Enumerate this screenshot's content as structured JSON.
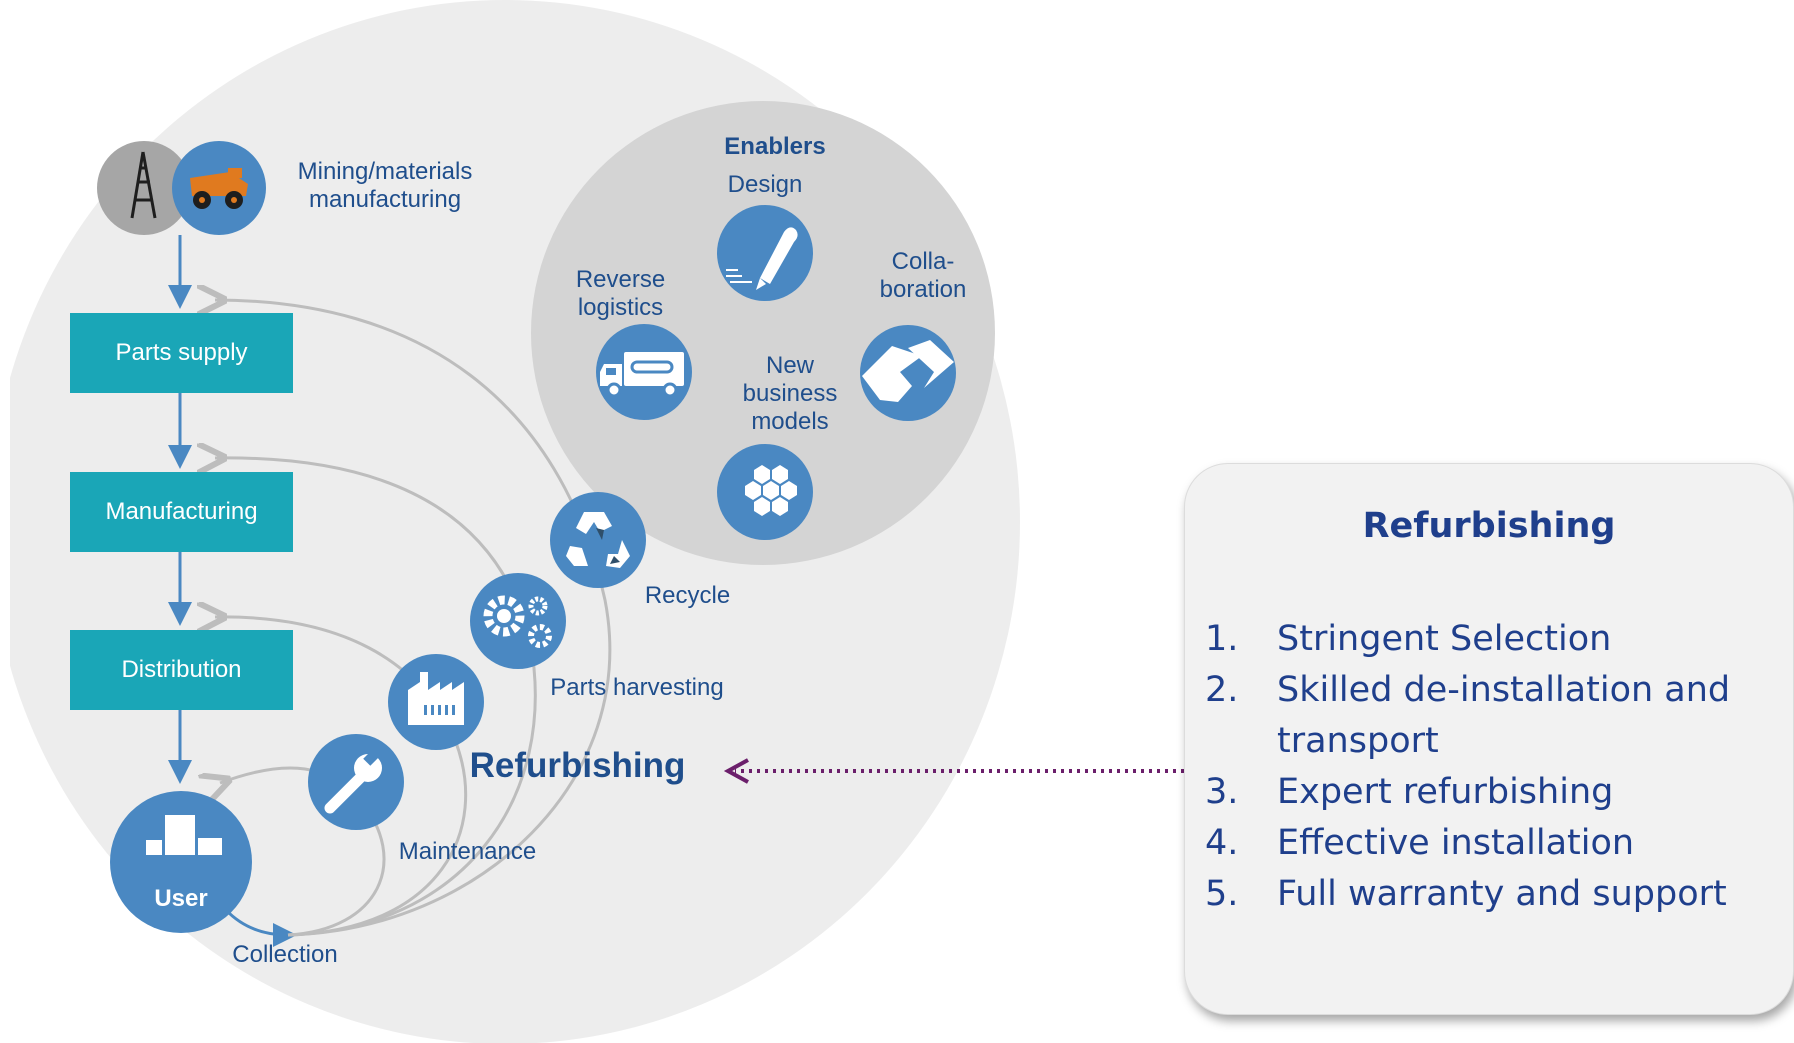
{
  "source": {
    "mining_label": "Mining/materials\nmanufacturing"
  },
  "chain": {
    "parts_supply": "Parts supply",
    "manufacturing": "Manufacturing",
    "distribution": "Distribution",
    "user": "User",
    "collection": "Collection"
  },
  "loops": {
    "recycle": "Recycle",
    "parts_harvesting": "Parts harvesting",
    "refurbishing": "Refurbishing",
    "maintenance": "Maintenance"
  },
  "enablers": {
    "title": "Enablers",
    "design": "Design",
    "collaboration": "Colla-\nboration",
    "reverse_logistics": "Reverse\nlogistics",
    "new_business_models": "New\nbusiness\nmodels"
  },
  "panel": {
    "title": "Refurbishing",
    "items": [
      {
        "num": "1.",
        "text": "Stringent Selection"
      },
      {
        "num": "2.",
        "text": "Skilled de-installation and transport"
      },
      {
        "num": "3.",
        "text": "Expert refurbishing"
      },
      {
        "num": "4.",
        "text": "Effective installation"
      },
      {
        "num": "5.",
        "text": "Full warranty and support"
      }
    ]
  },
  "colors": {
    "teal_box": "#1aa6b7",
    "icon_blue": "#4a88c2",
    "text_blue": "#1f4e8c",
    "arrow_purple": "#6b1f6b",
    "bg_gray": "#ededed",
    "enablers_gray": "#d4d4d4"
  },
  "icons": [
    "oil-rig-icon",
    "dump-truck-icon",
    "recycle-icon",
    "gears-icon",
    "factory-icon",
    "wrench-icon",
    "pen-icon",
    "handshake-icon",
    "delivery-truck-icon",
    "hexagons-icon",
    "building-icon"
  ]
}
